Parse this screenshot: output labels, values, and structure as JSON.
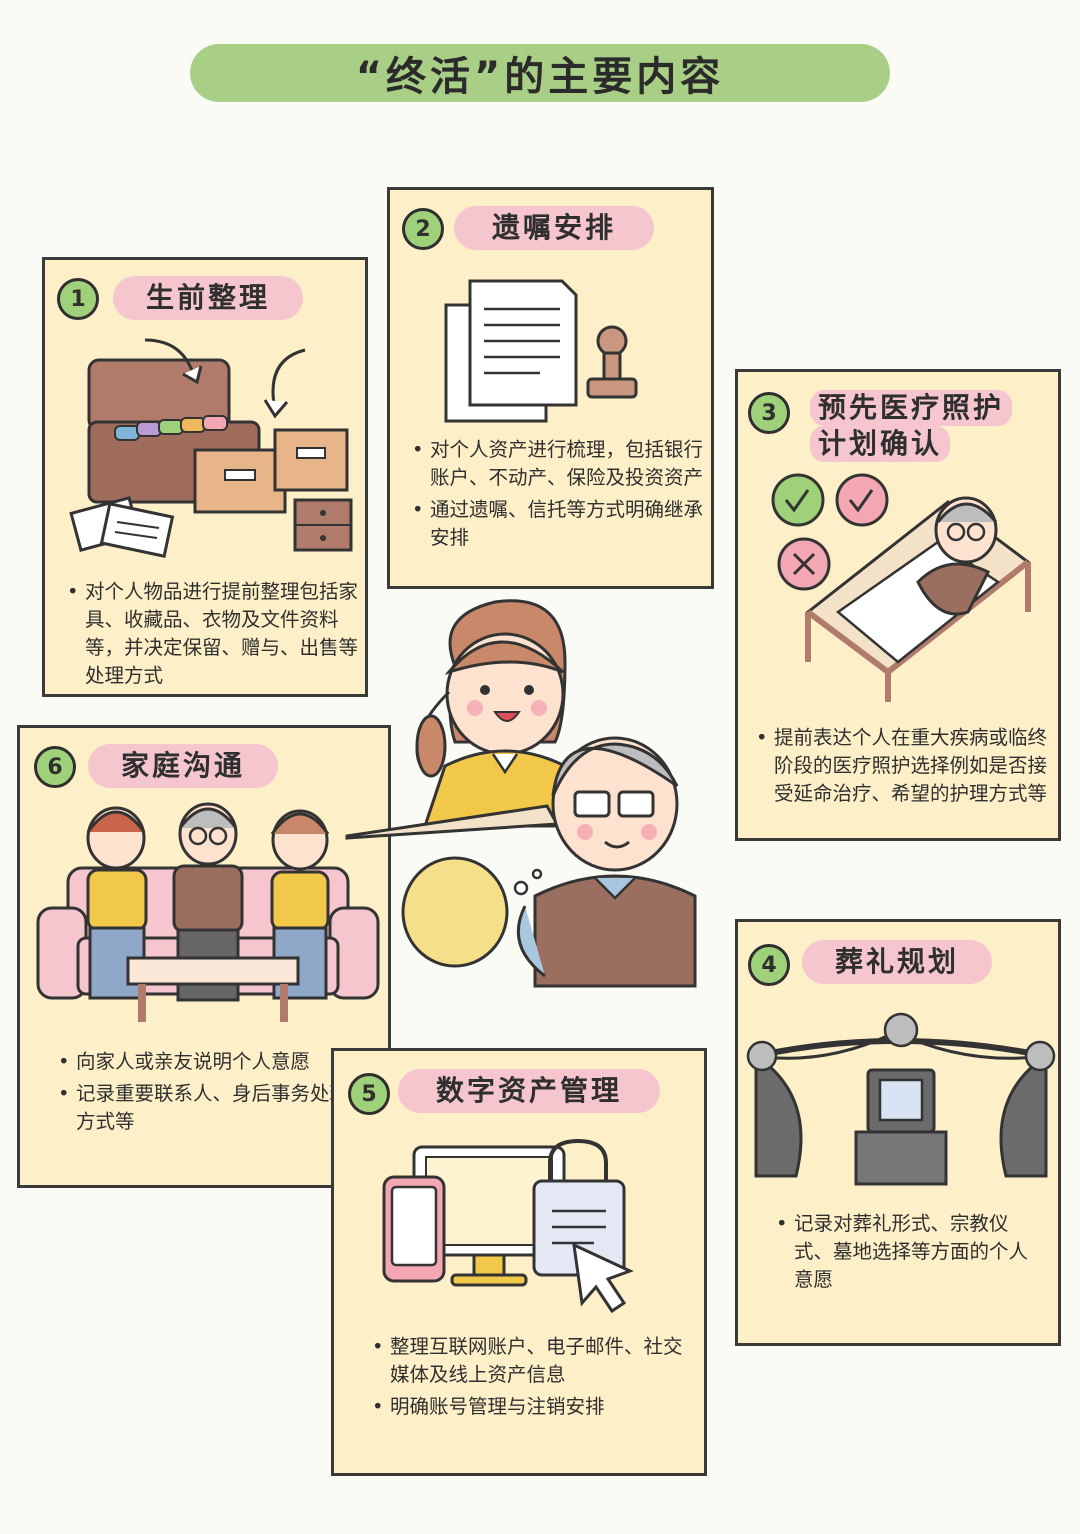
{
  "title": "“终活”的主要内容",
  "sections": [
    {
      "num": "1",
      "heading": "生前整理",
      "bullets": [
        "对个人物品进行提前整理包括家具、收藏品、衣物及文件资料等，并决定保留、赠与、出售等处理方式"
      ]
    },
    {
      "num": "2",
      "heading": "遗嘱安排",
      "bullets": [
        "对个人资产进行梳理，包括银行账户、不动产、保险及投资资产",
        "通过遗嘱、信托等方式明确继承安排"
      ]
    },
    {
      "num": "3",
      "heading_line1": "预先医疗照护",
      "heading_line2": "计划确认",
      "bullets": [
        "提前表达个人在重大疾病或临终阶段的医疗照护选择例如是否接受延命治疗、希望的护理方式等"
      ]
    },
    {
      "num": "4",
      "heading": "葬礼规划",
      "bullets": [
        "记录对葬礼形式、宗教仪式、墓地选择等方面的个人意愿"
      ]
    },
    {
      "num": "5",
      "heading": "数字资产管理",
      "bullets": [
        "整理互联网账户、电子邮件、社交媒体及线上资产信息",
        "明确账号管理与注销安排"
      ]
    },
    {
      "num": "6",
      "heading": "家庭沟通",
      "bullets": [
        "向家人或亲友说明个人意愿",
        "记录重要联系人、身后事务处理方式等"
      ]
    }
  ],
  "colors": {
    "card_bg": "#fdf0c8",
    "heading_pill": "#f6c6cf",
    "number_circle": "#9fd07a",
    "title_pill": "#a8cf85",
    "check_green": "#9fd07a",
    "cross_pink": "#f2a7b3"
  }
}
